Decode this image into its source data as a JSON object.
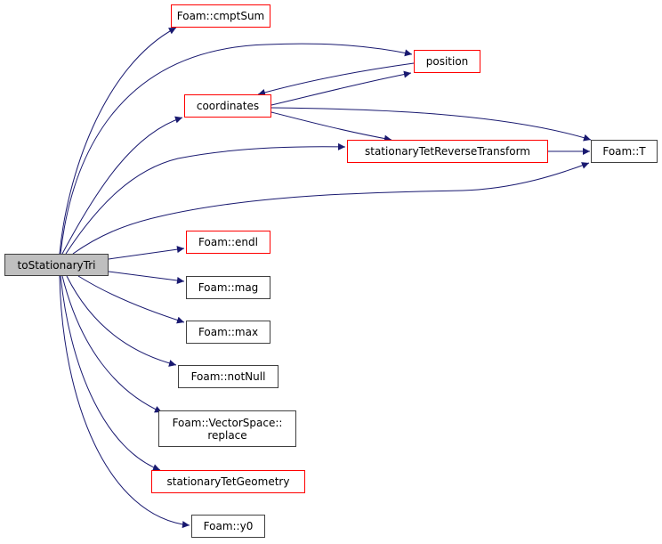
{
  "colors": {
    "edge": "#191970",
    "red_border": "#ff0000",
    "black_border": "#404040",
    "root_fill": "#bfbfbf"
  },
  "nodes": {
    "root": "toStationaryTri",
    "cmptSum": "Foam::cmptSum",
    "coordinates": "coordinates",
    "position": "position",
    "reverse": "stationaryTetReverseTransform",
    "T": "Foam::T",
    "endl": "Foam::endl",
    "mag": "Foam::mag",
    "max": "Foam::max",
    "notNull": "Foam::notNull",
    "replace1": "Foam::VectorSpace::",
    "replace2": "replace",
    "geometry": "stationaryTetGeometry",
    "y0": "Foam::y0"
  }
}
